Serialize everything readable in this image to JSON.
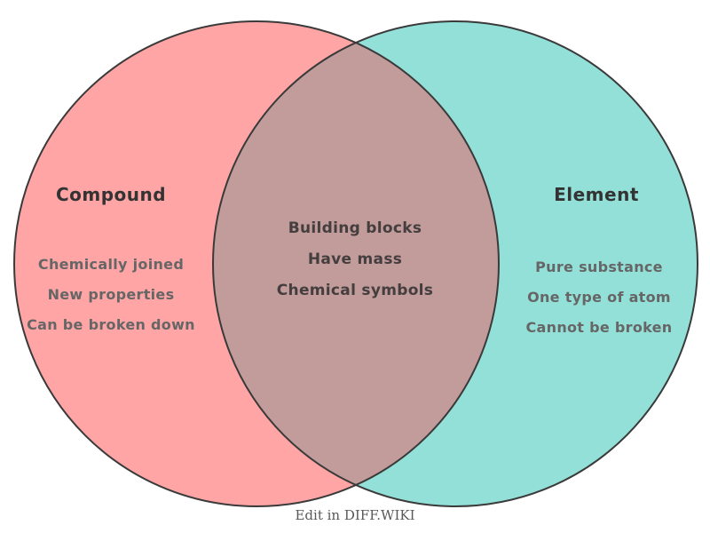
{
  "venn": {
    "left": {
      "title": "Compound",
      "items": [
        "Chemically joined",
        "New properties",
        "Can be broken down"
      ]
    },
    "overlap": {
      "items": [
        "Building blocks",
        "Have mass",
        "Chemical symbols"
      ]
    },
    "right": {
      "title": "Element",
      "items": [
        "Pure substance",
        "One type of atom",
        "Cannot be broken"
      ]
    },
    "colors": {
      "left_fill": "#FFA5A5",
      "right_fill": "#93E0D8",
      "overlap_fill": "#C29B9B",
      "outline": "#3A3A3A"
    }
  },
  "footer": {
    "edit_label": "Edit in DIFF.WIKI"
  }
}
